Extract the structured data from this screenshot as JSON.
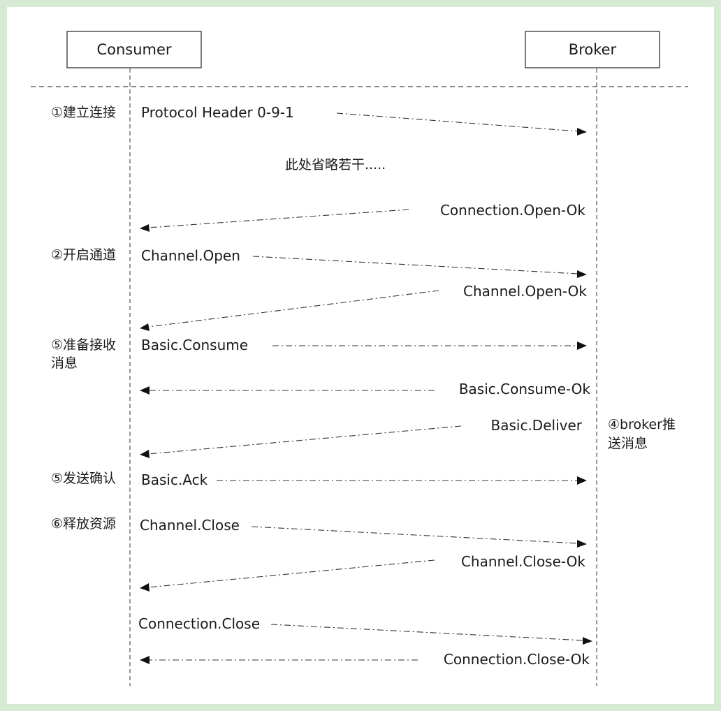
{
  "diagram": {
    "participants": {
      "consumer": "Consumer",
      "broker": "Broker"
    },
    "omitted_note": "此处省略若干.....",
    "steps": [
      {
        "label": "①建立连接"
      },
      {
        "label": "②开启通道"
      },
      {
        "label_line1": "⑤准备接收",
        "label_line2": "消息"
      },
      {
        "label": "⑤发送确认"
      },
      {
        "label": "⑥释放资源"
      }
    ],
    "broker_note": {
      "line1": "④broker推",
      "line2": "送消息"
    },
    "messages": [
      {
        "label": "Protocol Header 0-9-1",
        "direction": "consumer-to-broker"
      },
      {
        "label": "Connection.Open-Ok",
        "direction": "broker-to-consumer"
      },
      {
        "label": "Channel.Open",
        "direction": "consumer-to-broker"
      },
      {
        "label": "Channel.Open-Ok",
        "direction": "broker-to-consumer"
      },
      {
        "label": "Basic.Consume",
        "direction": "consumer-to-broker"
      },
      {
        "label": "Basic.Consume-Ok",
        "direction": "broker-to-consumer"
      },
      {
        "label": "Basic.Deliver",
        "direction": "broker-to-consumer"
      },
      {
        "label": "Basic.Ack",
        "direction": "consumer-to-broker"
      },
      {
        "label": "Channel.Close",
        "direction": "consumer-to-broker"
      },
      {
        "label": "Channel.Close-Ok",
        "direction": "broker-to-consumer"
      },
      {
        "label": "Connection.Close",
        "direction": "consumer-to-broker"
      },
      {
        "label": "Connection.Close-Ok",
        "direction": "broker-to-consumer"
      }
    ]
  }
}
